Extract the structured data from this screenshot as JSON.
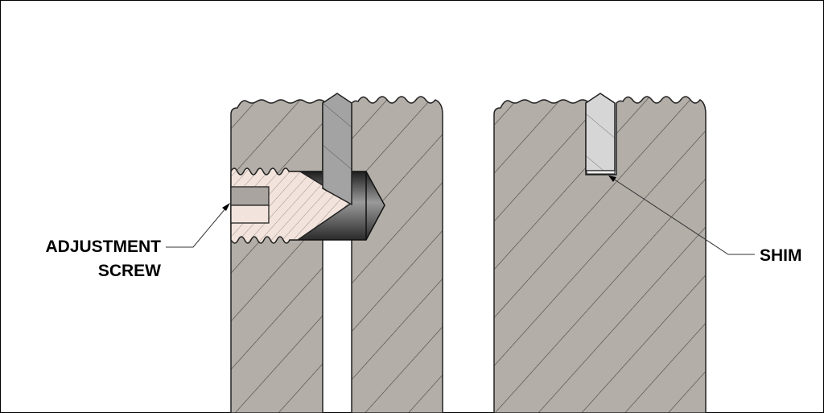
{
  "labels": {
    "adjustment_screw_line1": "ADJUSTMENT",
    "adjustment_screw_line2": "SCREW",
    "shim": "SHIM"
  },
  "colors": {
    "body": "#b3aea8",
    "blade_left": "#a3a3a3",
    "blade_right": "#d6d6d6",
    "screw": "#f2e4dc",
    "outline": "#333333"
  }
}
